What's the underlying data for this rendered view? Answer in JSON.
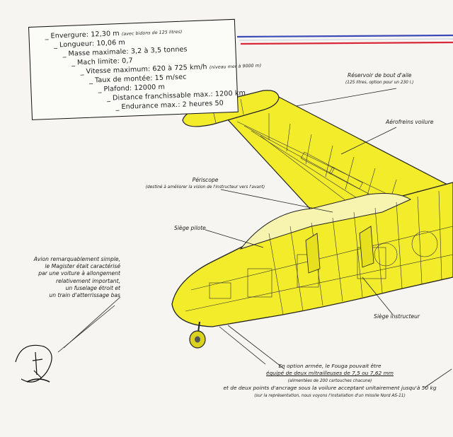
{
  "specs": {
    "envergure": "Envergure: 12,30 m",
    "envergure_note": "(avec bidons de 125 litres)",
    "longueur": "Longueur: 10,06 m",
    "masse": "Masse maximale: 3,2 à 3,5 tonnes",
    "mach": "Mach limite: 0,7",
    "vitesse": "Vitesse maximum: 620 à 725 km/h",
    "vitesse_note": "(niveau mer à 9000 m)",
    "montee": "Taux de montée: 15 m/sec",
    "plafond": "Plafond: 12000 m",
    "distance": "Distance franchissable max.: 1200 km",
    "endurance": "Endurance max.: 2 heures 50"
  },
  "callouts": {
    "reservoir_title": "Réservoir de bout d'aile",
    "reservoir_note": "(125 litres, option pour un 230 l.)",
    "aerofreins": "Aérofreins voilure",
    "periscope_title": "Périscope",
    "periscope_note": "(destiné à améliorer la vision de l'instructeur vers l'avant)",
    "siege_pilote": "Siège pilote",
    "siege_instructeur": "Siège instructeur"
  },
  "note": {
    "line1": "Avion remarquablement simple,",
    "line2": "le Magister était caractérisé",
    "line3": "par une voiture à allongement",
    "line4": "relativement important,",
    "line5": "un fuselage étroit et",
    "line6": "un train d'atterrissage bas"
  },
  "armament": {
    "line1": "En option armée, le Fouga pouvait être",
    "line2": "équipé de deux mitrailleuses de 7,5 ou 7,62 mm",
    "line3": "(alimentées de 200 cartouches chacune)",
    "line4": "et de deux points d'ancrage sous la voilure acceptant unitairement jusqu'à 50 kg",
    "line5": "(sur la représentation, nous voyons l'installation d'un missile Nord AS-11)"
  },
  "colors": {
    "aircraft_yellow": "#f2ec2a",
    "stripe_blue": "#3b4ab8",
    "stripe_red": "#d8283a"
  }
}
